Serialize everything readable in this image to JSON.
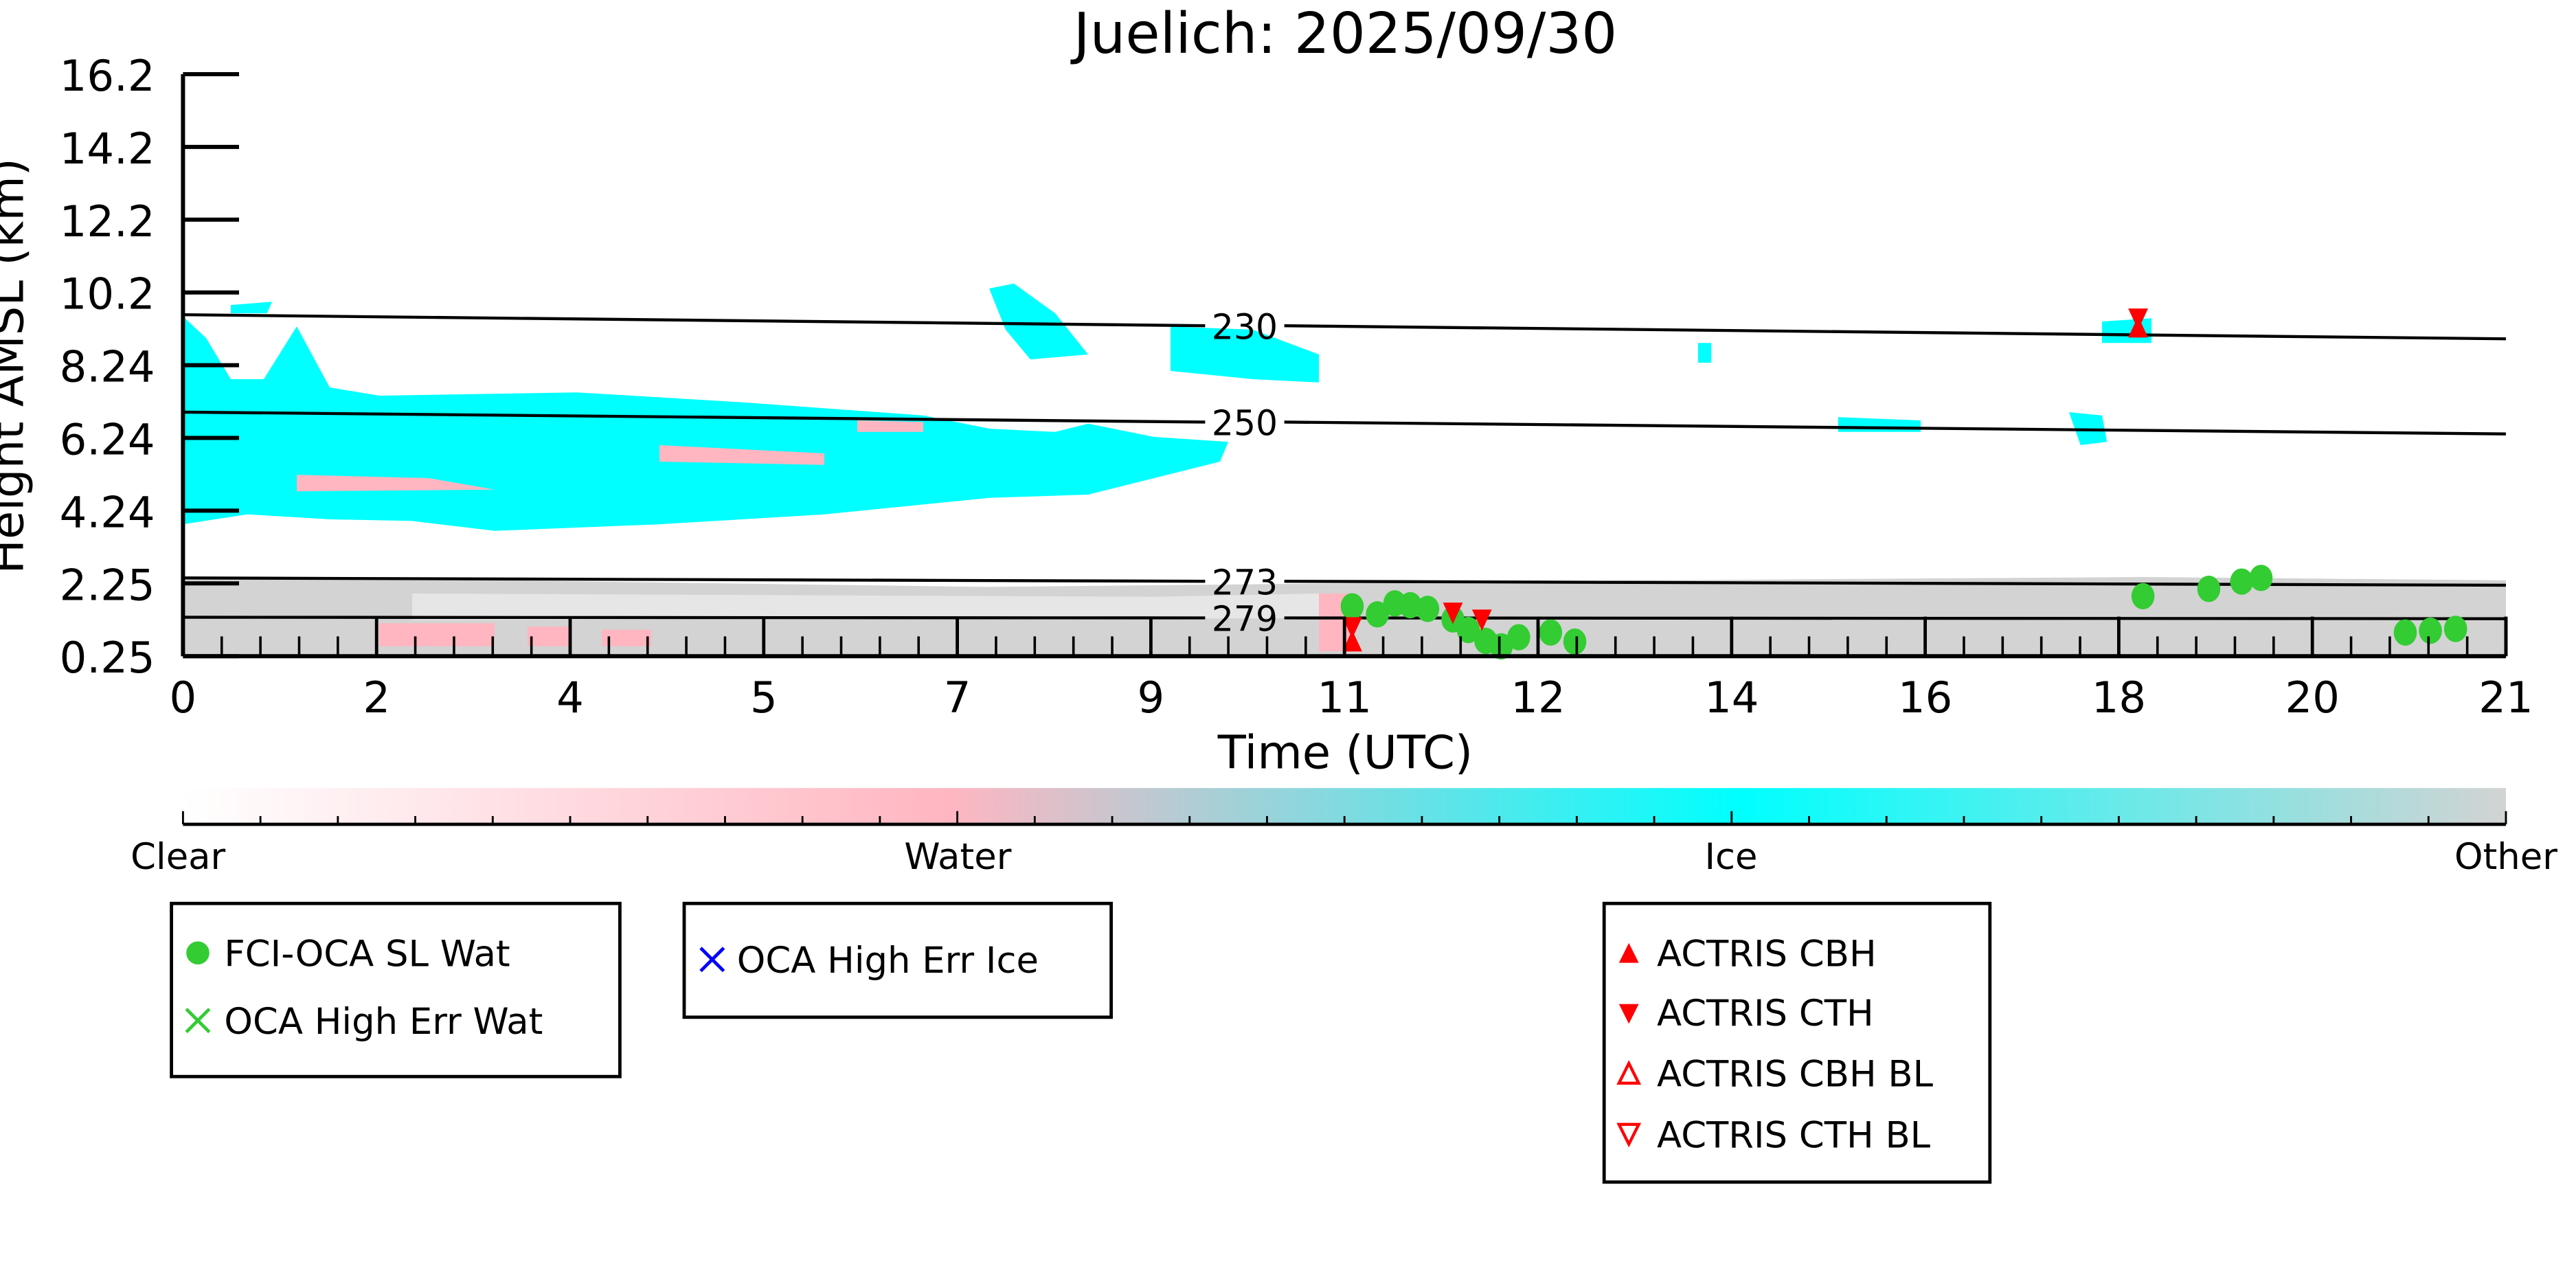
{
  "chart_data": {
    "type": "heatmap",
    "title": "Juelich: 2025/09/30",
    "xlabel": "Time (UTC)",
    "ylabel": "Height AMSL (km)",
    "x_tick_labels": [
      "0",
      "2",
      "4",
      "5",
      "7",
      "9",
      "11",
      "12",
      "14",
      "16",
      "18",
      "20",
      "21"
    ],
    "y_tick_labels": [
      "0.25",
      "2.25",
      "4.24",
      "6.24",
      "8.24",
      "10.2",
      "12.2",
      "14.2",
      "16.2"
    ],
    "ylim": [
      0.25,
      16.2
    ],
    "xlim": [
      0,
      21
    ],
    "colorbar": {
      "labels": [
        "Clear",
        "Water",
        "Ice",
        "Other"
      ],
      "colors": {
        "clear": "#ffffff",
        "water": "#ffb6c1",
        "ice": "#00ffff",
        "other": "#d3d3d3"
      }
    },
    "contours": [
      {
        "label": "230",
        "start_km": 9.6,
        "end_km": 8.95
      },
      {
        "label": "250",
        "start_km": 6.95,
        "end_km": 6.35
      },
      {
        "label": "273",
        "start_km": 2.4,
        "end_km": 2.2
      },
      {
        "label": "279",
        "start_km": 1.32,
        "end_km": 1.28
      }
    ],
    "series": [
      {
        "name": "FCI-OCA SL Wat",
        "marker": "circle",
        "color": "#33cc33",
        "points": [
          [
            11.04,
            1.62
          ],
          [
            11.17,
            1.4
          ],
          [
            11.26,
            1.7
          ],
          [
            11.34,
            1.65
          ],
          [
            11.43,
            1.55
          ],
          [
            11.56,
            1.26
          ],
          [
            11.64,
            0.97
          ],
          [
            11.73,
            0.67
          ],
          [
            11.81,
            0.52
          ],
          [
            11.9,
            0.77
          ],
          [
            12.13,
            0.9
          ],
          [
            12.38,
            0.65
          ],
          [
            18.25,
            1.9
          ],
          [
            18.93,
            2.1
          ],
          [
            19.27,
            2.3
          ],
          [
            19.47,
            2.4
          ],
          [
            20.48,
            0.9
          ],
          [
            20.61,
            0.95
          ],
          [
            20.74,
            1.0
          ]
        ]
      },
      {
        "name": "OCA High Err Wat",
        "marker": "x",
        "color": "#33cc33",
        "points": []
      },
      {
        "name": "OCA High Err Ice",
        "marker": "x",
        "color": "#0000ff",
        "points": []
      },
      {
        "name": "ACTRIS CBH",
        "marker": "triangle-up",
        "color": "#ff0000",
        "points": [
          [
            11.04,
            0.65
          ],
          [
            18.2,
            9.25
          ]
        ]
      },
      {
        "name": "ACTRIS CTH",
        "marker": "triangle-down",
        "color": "#ff0000",
        "points": [
          [
            11.04,
            1.05
          ],
          [
            11.56,
            1.45
          ],
          [
            11.71,
            1.26
          ],
          [
            18.2,
            9.5
          ]
        ]
      },
      {
        "name": "ACTRIS CBH BL",
        "marker": "triangle-up-open",
        "color": "#ff0000",
        "points": []
      },
      {
        "name": "ACTRIS CTH BL",
        "marker": "triangle-down-open",
        "color": "#ff0000",
        "points": []
      }
    ]
  }
}
